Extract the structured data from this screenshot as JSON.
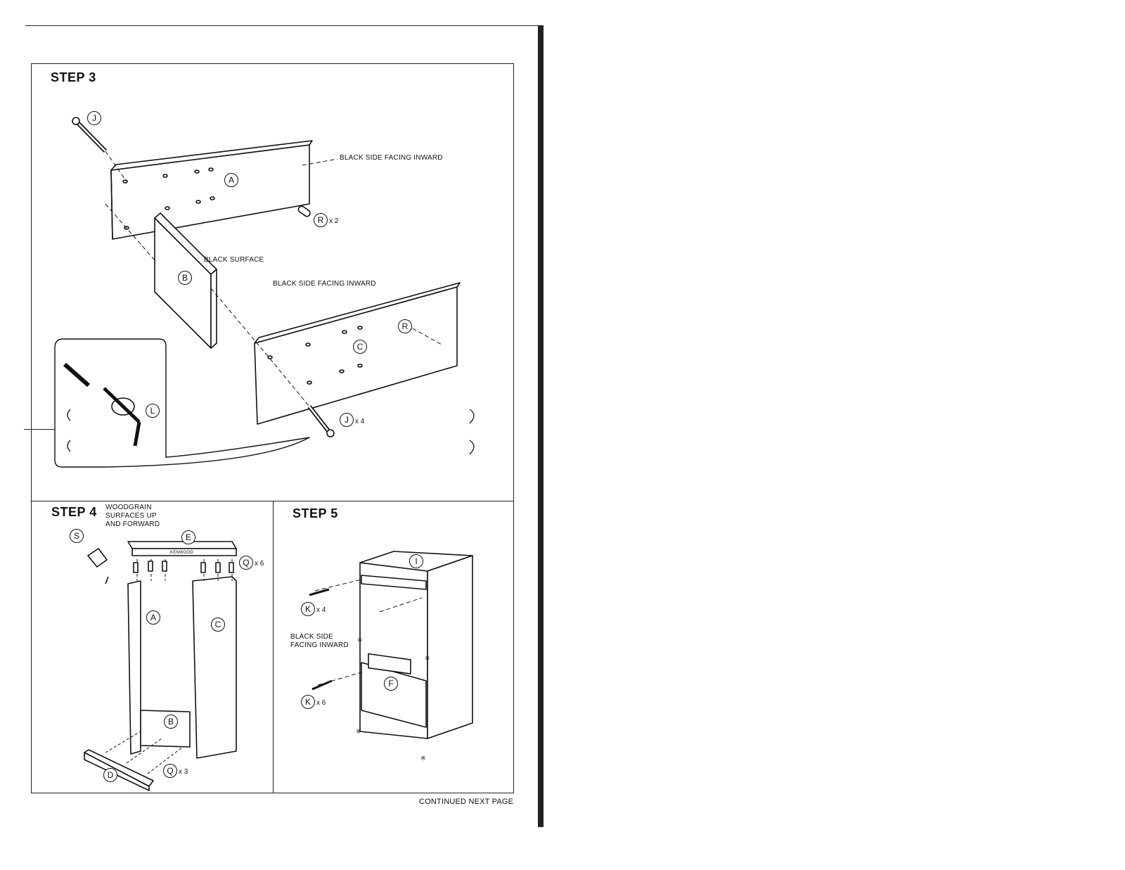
{
  "steps": [
    {
      "title": "STEP 3",
      "callouts": [
        "BLACK SIDE FACING INWARD",
        "BLACK SURFACE",
        "BLACK SIDE FACING INWARD"
      ],
      "parts": {
        "J": "J",
        "A": "A",
        "R": "R",
        "B": "B",
        "C": "C",
        "L": "L"
      },
      "quantities": {
        "R": "x 2",
        "J": "x 4"
      }
    },
    {
      "title": "STEP 4",
      "callouts": [
        "WOODGRAIN",
        "SURFACES UP",
        "AND FORWARD"
      ],
      "parts": {
        "S": "S",
        "E": "E",
        "Q": "Q",
        "A": "A",
        "C": "C",
        "B": "B",
        "D": "D"
      },
      "quantities": {
        "Q_top": "x 6",
        "Q_bottom": "x 3"
      },
      "brand_stamp": "KENWOOD"
    },
    {
      "title": "STEP 5",
      "callouts": [
        "BLACK SIDE",
        "FACING INWARD"
      ],
      "parts": {
        "I": "I",
        "K": "K",
        "F": "F"
      },
      "quantities": {
        "K_top": "x 4",
        "K_bottom": "x 6"
      },
      "marks": "※"
    }
  ],
  "footer": "CONTINUED NEXT PAGE"
}
